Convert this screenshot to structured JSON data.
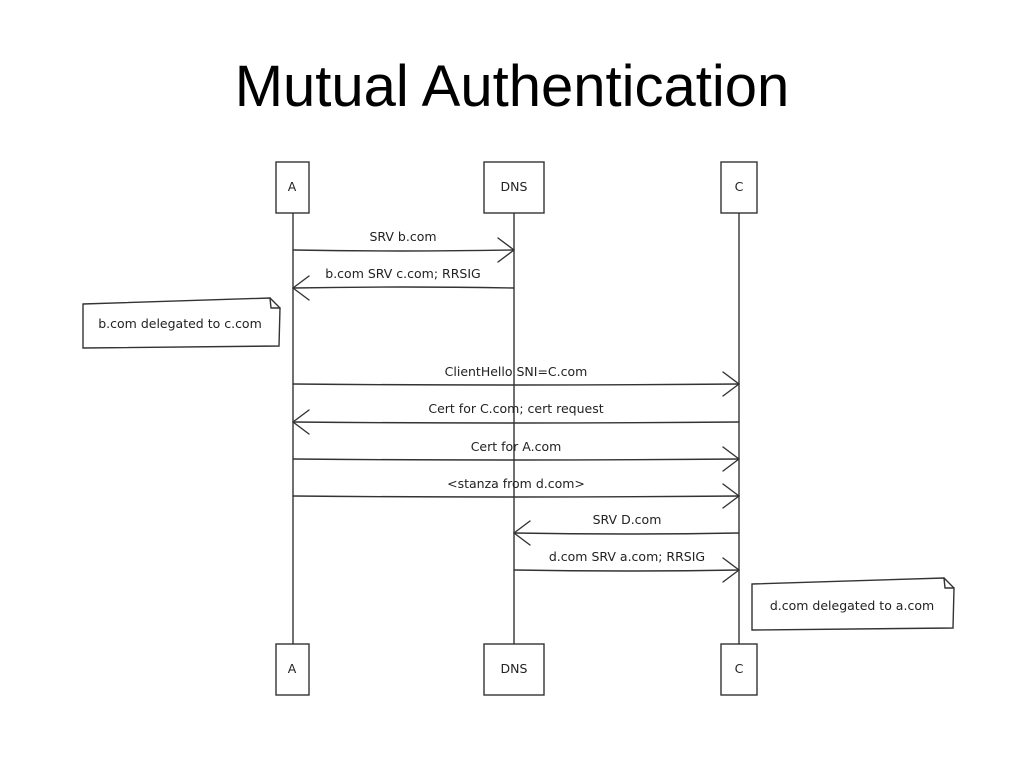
{
  "slide": {
    "title": "Mutual Authentication"
  },
  "diagram": {
    "participants": [
      "A",
      "DNS",
      "C"
    ],
    "messages": [
      {
        "from": "A",
        "to": "DNS",
        "label": "SRV b.com"
      },
      {
        "from": "DNS",
        "to": "A",
        "label": "b.com SRV c.com; RRSIG"
      },
      {
        "from": "A",
        "to": "C",
        "label": "ClientHello SNI=C.com"
      },
      {
        "from": "C",
        "to": "A",
        "label": "Cert for C.com; cert request"
      },
      {
        "from": "A",
        "to": "C",
        "label": "Cert for A.com"
      },
      {
        "from": "A",
        "to": "C",
        "label": "<stanza from d.com>"
      },
      {
        "from": "C",
        "to": "DNS",
        "label": "SRV D.com"
      },
      {
        "from": "DNS",
        "to": "C",
        "label": "d.com SRV a.com; RRSIG"
      }
    ],
    "notes": [
      {
        "label": "b.com delegated to c.com"
      },
      {
        "label": "d.com delegated to a.com"
      }
    ]
  }
}
